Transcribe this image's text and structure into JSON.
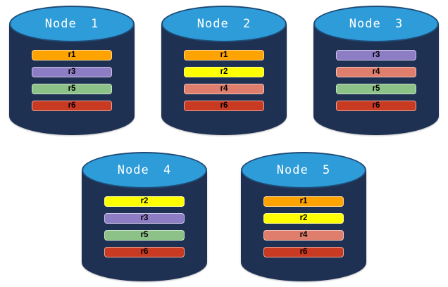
{
  "background": "#FFFFFF",
  "colors": {
    "cylinder_body": "#1F3152",
    "cylinder_top": "#2E9CD8",
    "cylinder_outline": "#1E4C77",
    "node_title_text": "#FFFFFF",
    "replica_label_text": "#000000",
    "replicas": {
      "r1": "#FFA301",
      "r2": "#FFFF00",
      "r3": "#8C7DC4",
      "r4": "#DF7E6C",
      "r5": "#8CC287",
      "r6": "#C93A22"
    }
  },
  "nodes": [
    {
      "name": "Node 1",
      "replicas": [
        "r1",
        "r3",
        "r5",
        "r6"
      ]
    },
    {
      "name": "Node 2",
      "replicas": [
        "r1",
        "r2",
        "r4",
        "r6"
      ]
    },
    {
      "name": "Node 3",
      "replicas": [
        "r3",
        "r4",
        "r5",
        "r6"
      ]
    },
    {
      "name": "Node 4",
      "replicas": [
        "r2",
        "r3",
        "r5",
        "r6"
      ]
    },
    {
      "name": "Node 5",
      "replicas": [
        "r1",
        "r2",
        "r4",
        "r6"
      ]
    }
  ]
}
